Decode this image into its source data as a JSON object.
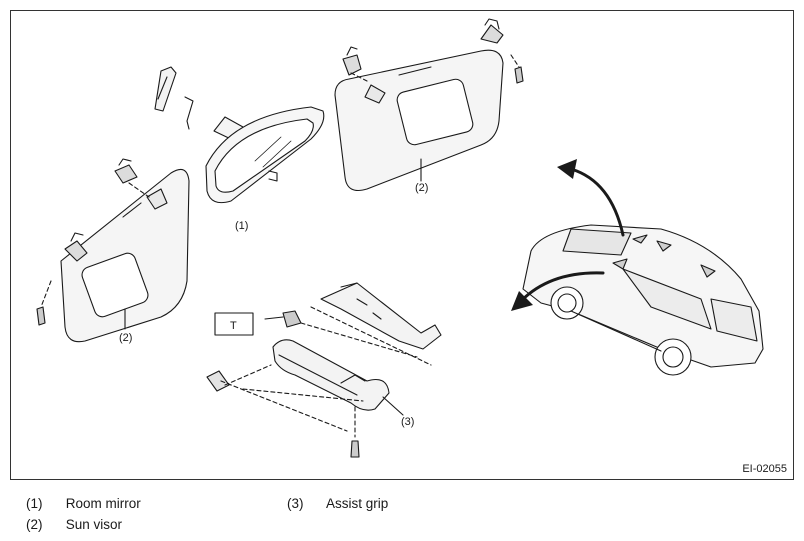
{
  "figure": {
    "code": "EI-02055",
    "callouts": {
      "mirror": "(1)",
      "visor_right": "(2)",
      "visor_left": "(2)",
      "grip": "(3)",
      "torque": "T"
    }
  },
  "legend": [
    {
      "num": "(1)",
      "label": "Room mirror"
    },
    {
      "num": "(2)",
      "label": "Sun visor"
    },
    {
      "num": "(3)",
      "label": "Assist grip"
    }
  ]
}
